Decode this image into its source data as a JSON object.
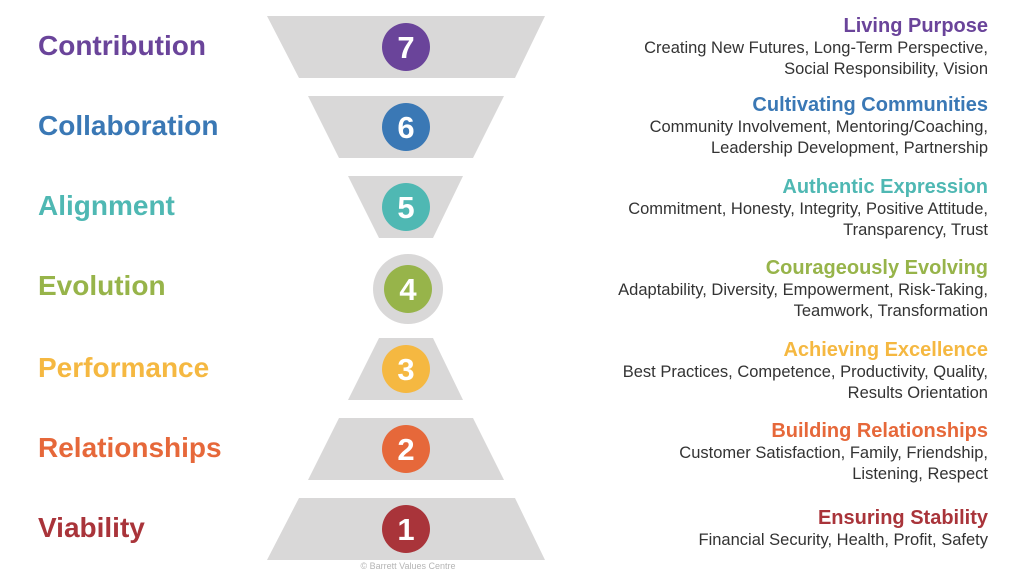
{
  "gray": "#d9d8d8",
  "levels": [
    {
      "num": "7",
      "name": "Contribution",
      "title": "Living Purpose",
      "desc1": "Creating New Futures, Long-Term Perspective,",
      "desc2": "Social Responsibility, Vision",
      "color": "#6a449a"
    },
    {
      "num": "6",
      "name": "Collaboration",
      "title": "Cultivating Communities",
      "desc1": "Community Involvement, Mentoring/Coaching,",
      "desc2": "Leadership Development, Partnership",
      "color": "#3a78b5"
    },
    {
      "num": "5",
      "name": "Alignment",
      "title": "Authentic Expression",
      "desc1": "Commitment, Honesty, Integrity, Positive Attitude,",
      "desc2": "Transparency, Trust",
      "color": "#4fb8b3"
    },
    {
      "num": "4",
      "name": "Evolution",
      "title": "Courageously Evolving",
      "desc1": "Adaptability, Diversity, Empowerment, Risk-Taking,",
      "desc2": "Teamwork, Transformation",
      "color": "#97b44a"
    },
    {
      "num": "3",
      "name": "Performance",
      "title": "Achieving Excellence",
      "desc1": "Best Practices, Competence, Productivity, Quality,",
      "desc2": "Results Orientation",
      "color": "#f5b841"
    },
    {
      "num": "2",
      "name": "Relationships",
      "title": "Building Relationships",
      "desc1": "Customer Satisfaction, Family, Friendship,",
      "desc2": "Listening, Respect",
      "color": "#e6683a"
    },
    {
      "num": "1",
      "name": "Viability",
      "title": "Ensuring Stability",
      "desc1": "Financial Security, Health, Profit, Safety",
      "desc2": "",
      "color": "#a9343a"
    }
  ],
  "copyright": "© Barrett Values Centre"
}
